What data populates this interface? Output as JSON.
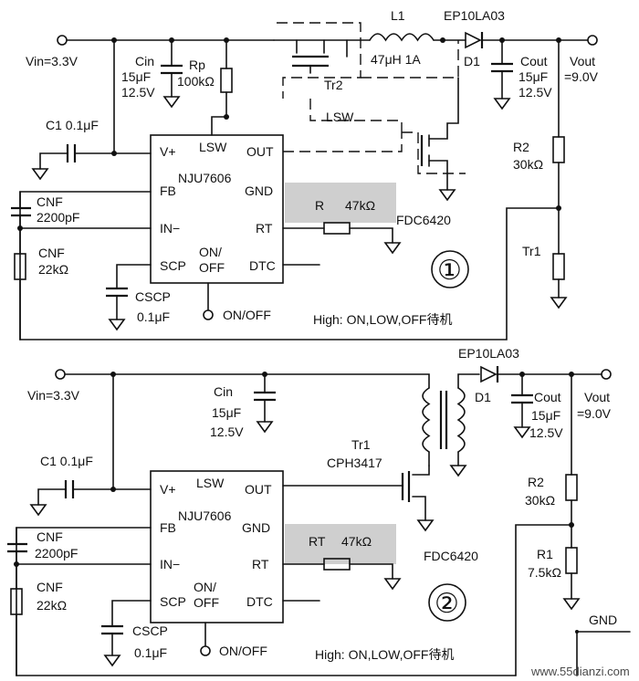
{
  "circuit1": {
    "vin": "Vin=3.3V",
    "cin_name": "Cin",
    "cin_val1": "15μF",
    "cin_val2": "12.5V",
    "rp_name": "Rp",
    "rp_val": "100kΩ",
    "l1_name": "L1",
    "l1_val": "47μH  1A",
    "d1_part": "EP10LA03",
    "d1_name": "D1",
    "tr2": "Tr2",
    "lsw_label": "LSW",
    "cout_name": "Cout",
    "cout_val1": "15μF",
    "cout_val2": "12.5V",
    "vout1": "Vout",
    "vout2": "=9.0V",
    "c1": "C1  0.1μF",
    "ic": "NJU7606",
    "pins": {
      "vplus": "V+",
      "lsw": "LSW",
      "out": "OUT",
      "fb": "FB",
      "gnd": "GND",
      "inm": "IN−",
      "rt": "RT",
      "scp": "SCP",
      "onoff1": "ON/",
      "onoff2": "OFF",
      "dtc": "DTC"
    },
    "cnf1": "CNF",
    "cnf1_val": "2200pF",
    "cnf2": "CNF",
    "cnf2_val": "22kΩ",
    "r_name": "R",
    "r_val": "47kΩ",
    "fdc": "FDC6420",
    "r2_name": "R2",
    "r2_val": "30kΩ",
    "tr1": "Tr1",
    "cscp": "CSCP",
    "cscp_val": "0.1μF",
    "onoff_label": "ON/OFF",
    "note": "High: ON,LOW,OFF待机",
    "number": "①"
  },
  "circuit2": {
    "vin": "Vin=3.3V",
    "cin_name": "Cin",
    "cin_val1": "15μF",
    "cin_val2": "12.5V",
    "d1_part": "EP10LA03",
    "d1_name": "D1",
    "cout_name": "Cout",
    "cout_val1": "15μF",
    "cout_val2": "12.5V",
    "vout1": "Vout",
    "vout2": "=9.0V",
    "tr1": "Tr1",
    "tr1_part": "CPH3417",
    "c1": "C1  0.1μF",
    "ic": "NJU7606",
    "pins": {
      "vplus": "V+",
      "lsw": "LSW",
      "out": "OUT",
      "fb": "FB",
      "gnd": "GND",
      "inm": "IN−",
      "rt": "RT",
      "scp": "SCP",
      "onoff1": "ON/",
      "onoff2": "OFF",
      "dtc": "DTC"
    },
    "cnf1": "CNF",
    "cnf1_val": "2200pF",
    "cnf2": "CNF",
    "cnf2_val": "22kΩ",
    "rt_name": "RT",
    "rt_val": "47kΩ",
    "fdc": "FDC6420",
    "r2_name": "R2",
    "r2_val": "30kΩ",
    "r1_name": "R1",
    "r1_val": "7.5kΩ",
    "cscp": "CSCP",
    "cscp_val": "0.1μF",
    "onoff_label": "ON/OFF",
    "note": "High: ON,LOW,OFF待机",
    "gnd": "GND",
    "number": "②"
  },
  "watermark": "www.55dianzi.com"
}
